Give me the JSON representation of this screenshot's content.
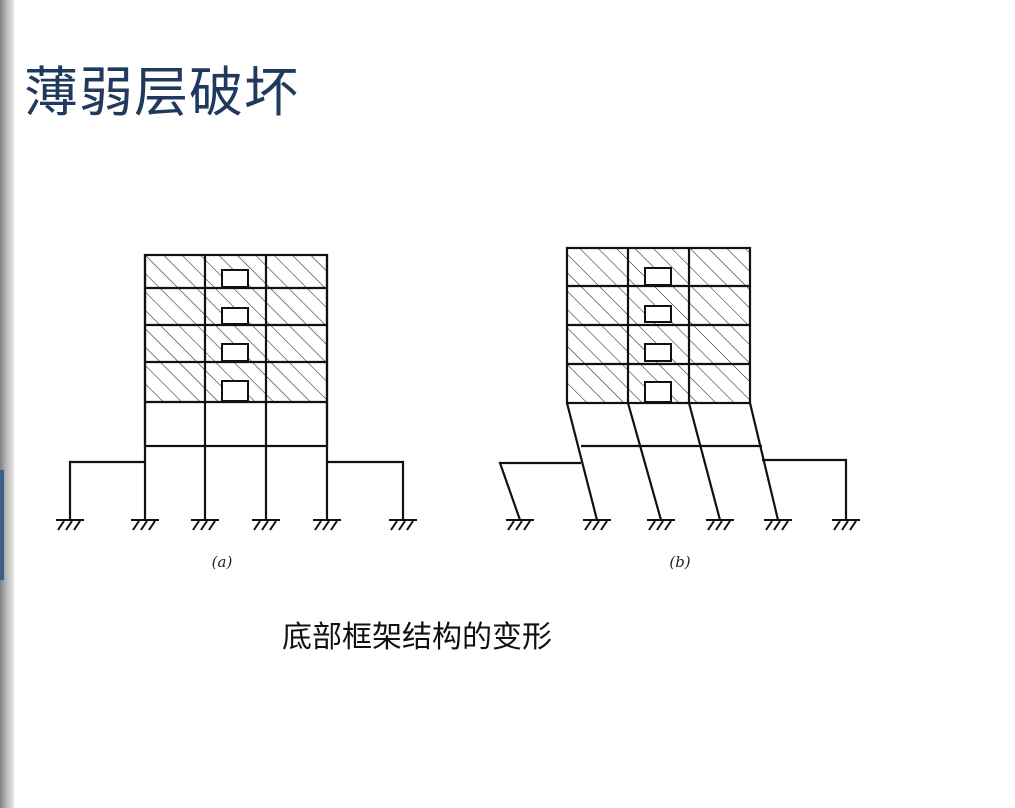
{
  "slide": {
    "title": "薄弱层破坏",
    "caption": "底部框架结构的变形"
  },
  "diagram": {
    "figures": [
      {
        "label": "(a)",
        "state": "undeformed"
      },
      {
        "label": "(b)",
        "state": "deformed"
      }
    ],
    "colors": {
      "line": "#111111",
      "title": "#1f3a5c"
    }
  }
}
